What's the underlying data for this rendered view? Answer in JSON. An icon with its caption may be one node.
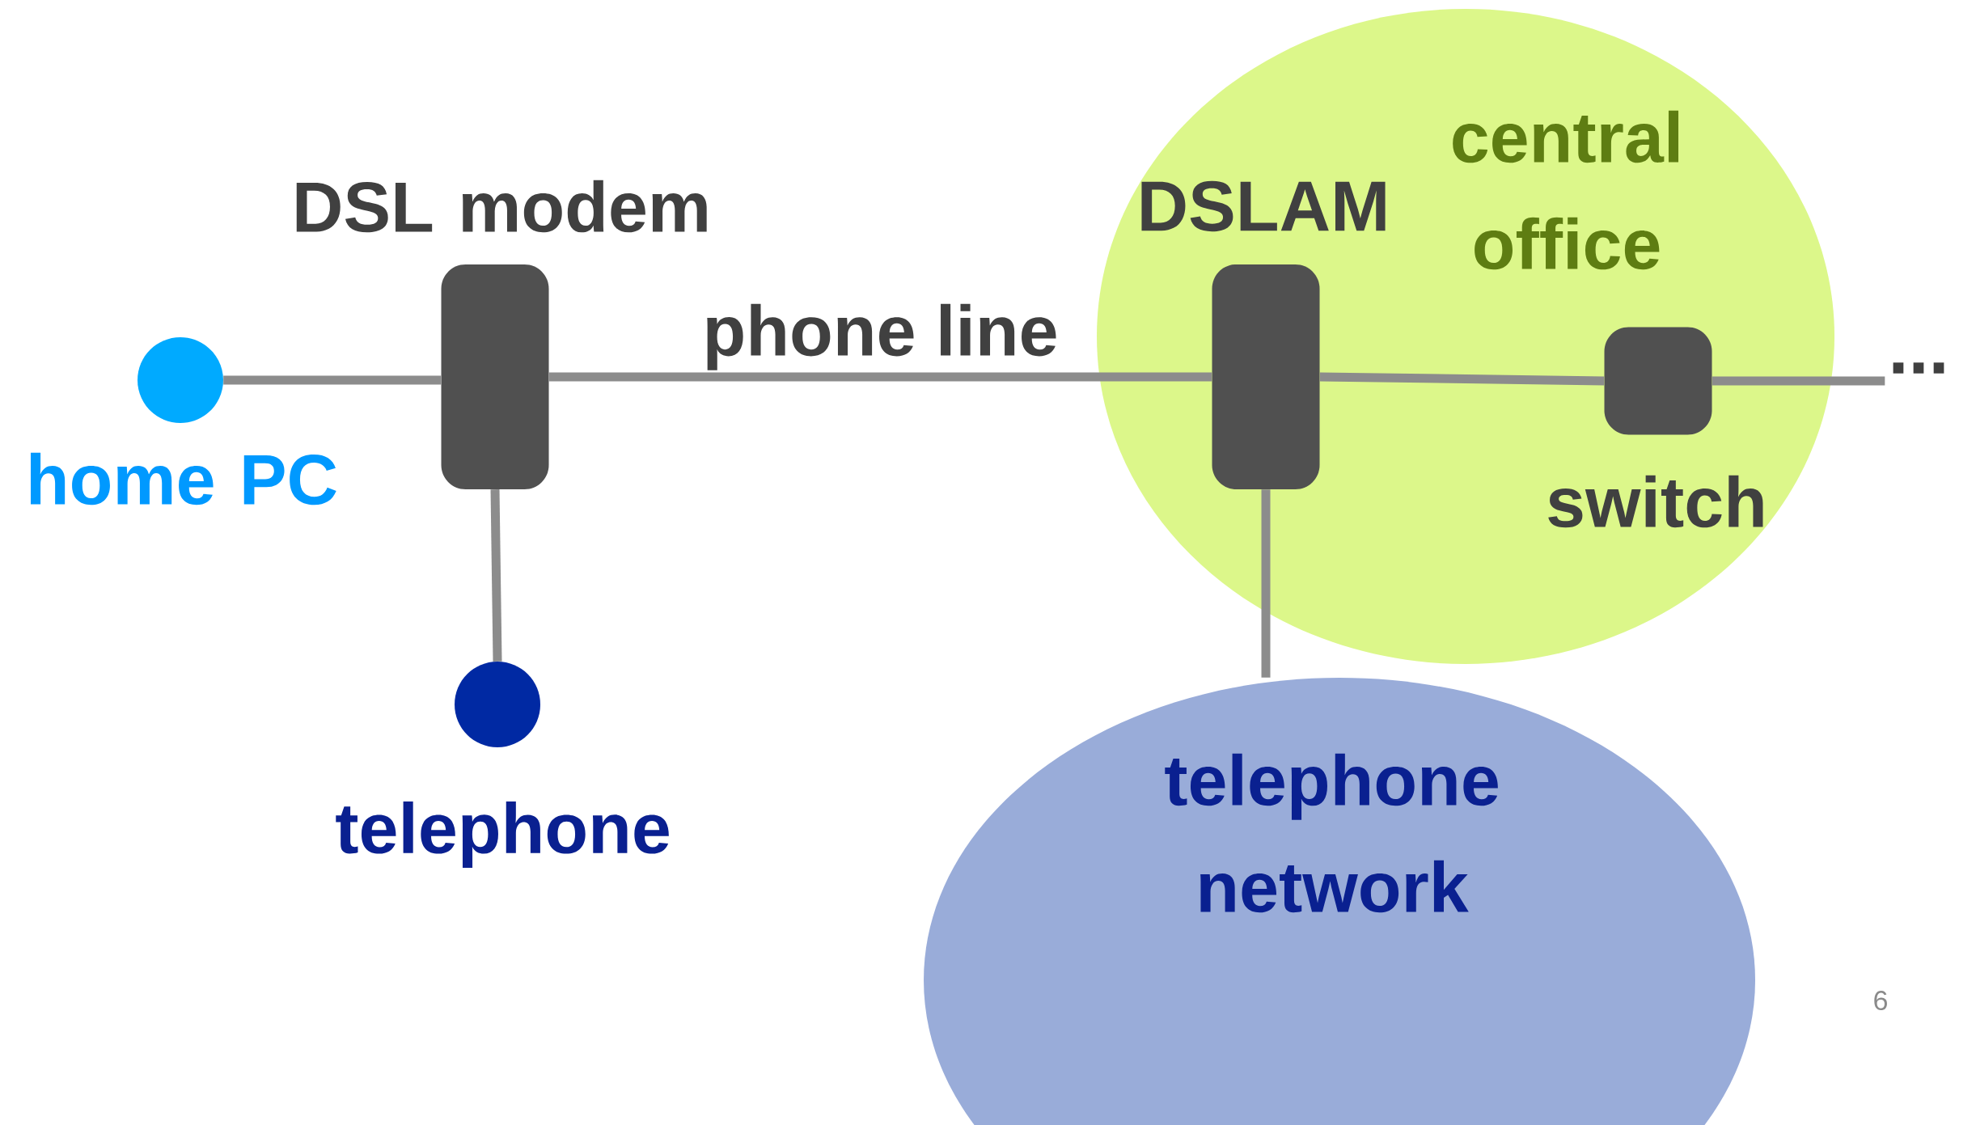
{
  "diagram": {
    "nodes": [
      {
        "text": [
          "central office"
        ]
      },
      {
        "text": [
          "telephone network"
        ]
      },
      {
        "text": [
          "home PC"
        ]
      },
      {
        "text": [
          "DSL modem"
        ]
      },
      {
        "text": [
          "telephone"
        ]
      },
      {
        "text": [
          "DSLAM"
        ],
        "in": 0
      },
      {
        "text": [
          "switch"
        ],
        "in": 0
      },
      {
        "text": [
          "..."
        ]
      }
    ],
    "edges": [
      {
        "from": 2,
        "to": 3,
        "arrow": "none"
      },
      {
        "from": 3,
        "to": 5,
        "arrow": "none",
        "label": "phone line"
      },
      {
        "from": 3,
        "to": 4,
        "arrow": "none"
      },
      {
        "from": 5,
        "to": 6,
        "arrow": "none"
      },
      {
        "from": 6,
        "to": 7,
        "arrow": "none"
      },
      {
        "from": 5,
        "to": 1,
        "arrow": "none"
      }
    ],
    "labels": [
      "6"
    ]
  }
}
